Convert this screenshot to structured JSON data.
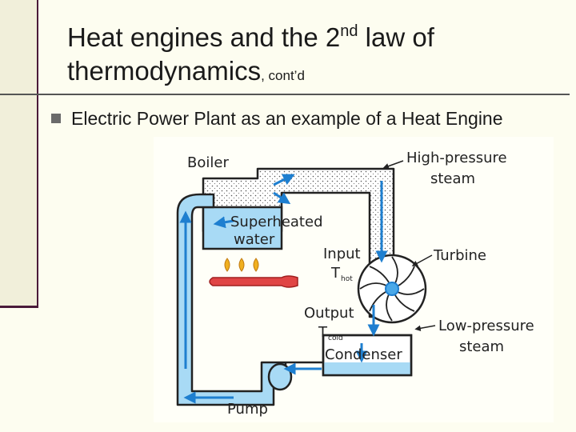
{
  "slide": {
    "title_part1": "Heat engines and the 2",
    "title_sup": "nd",
    "title_part2": " law of",
    "title_line2": "thermodynamics",
    "title_small": ", cont’d",
    "bullet": "Electric Power Plant as an example of a Heat Engine"
  },
  "diagram": {
    "labels": {
      "boiler": "Boiler",
      "high_pressure_1": "High-pressure",
      "high_pressure_2": "steam",
      "superheated_1": "Superheated",
      "superheated_2": "water",
      "input": "Input",
      "t_hot_main": "T",
      "t_hot_sub": "hot",
      "turbine": "Turbine",
      "output": "Output",
      "t_cold_main": "T",
      "t_cold_sub": "cold",
      "low_pressure_1": "Low-pressure",
      "low_pressure_2": "steam",
      "condenser": "Condenser",
      "pump": "Pump"
    }
  },
  "colors": {
    "water": "#a8daf5",
    "arrow": "#1e7fd0",
    "flame": "#f0b020",
    "burner": "#e04545"
  }
}
